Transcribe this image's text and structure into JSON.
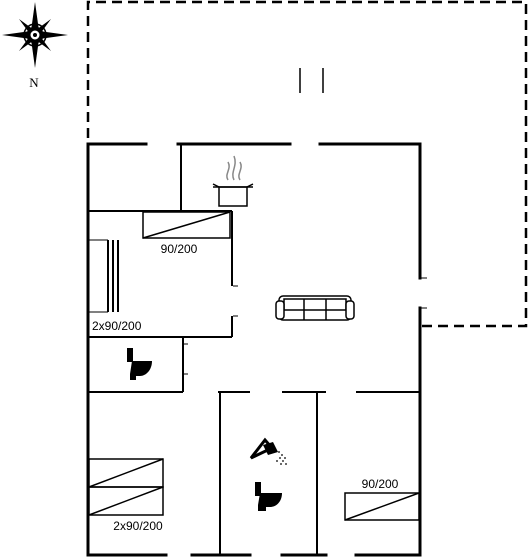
{
  "compass": {
    "north_label": "N",
    "icon": "compass-rose-icon"
  },
  "rooms": {
    "bedroom_1_bed_label": "90/200",
    "bedroom_1_bunk_label": "2x90/200",
    "bedroom_2_bed_label": "2x90/200",
    "bedroom_3_bed_label": "90/200"
  },
  "icons": [
    "compass-rose-icon",
    "stove-icon",
    "sofa-icon",
    "toilet-icon",
    "shower-icon"
  ],
  "colors": {
    "wall": "#000000",
    "background": "#ffffff"
  }
}
